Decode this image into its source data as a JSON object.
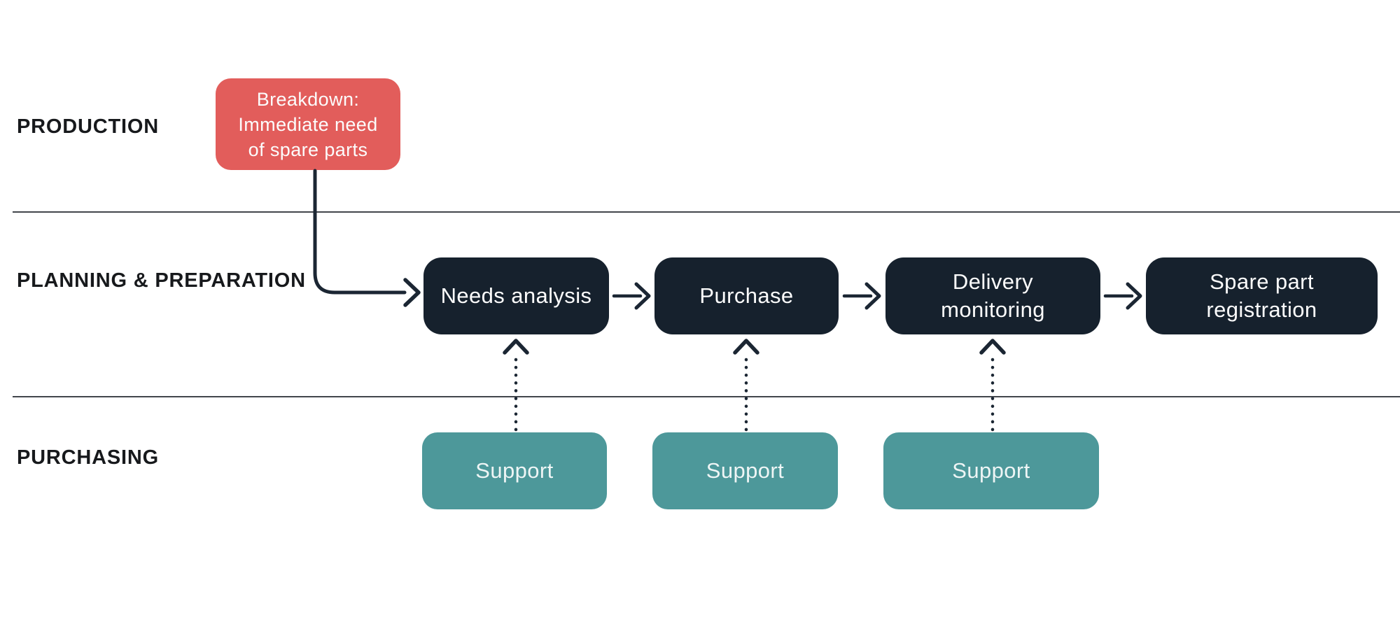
{
  "diagram": {
    "type": "swimlane-flowchart",
    "lanes": [
      {
        "id": "production",
        "label": "PRODUCTION"
      },
      {
        "id": "planning-preparation",
        "label_lines": [
          "PLANNING &",
          "PREPARATION"
        ]
      },
      {
        "id": "purchasing",
        "label": "PURCHASING"
      }
    ],
    "nodes": {
      "breakdown": {
        "lines": [
          "Breakdown:",
          "Immediate need",
          "of spare parts"
        ]
      },
      "steps": [
        {
          "lines": [
            "Needs analysis"
          ]
        },
        {
          "lines": [
            "Purchase"
          ]
        },
        {
          "lines": [
            "Delivery",
            "monitoring"
          ]
        },
        {
          "lines": [
            "Spare part",
            "registration"
          ]
        }
      ],
      "support": [
        {
          "label": "Support"
        },
        {
          "label": "Support"
        },
        {
          "label": "Support"
        }
      ]
    },
    "connections": [
      {
        "from": "breakdown",
        "to": "Needs analysis",
        "style": "solid-elbow-arrow"
      },
      {
        "from": "Needs analysis",
        "to": "Purchase",
        "style": "solid-arrow"
      },
      {
        "from": "Purchase",
        "to": "Delivery monitoring",
        "style": "solid-arrow"
      },
      {
        "from": "Delivery monitoring",
        "to": "Spare part registration",
        "style": "solid-arrow"
      },
      {
        "from": "Support",
        "to": "Needs analysis",
        "style": "dotted-arrow-up"
      },
      {
        "from": "Support",
        "to": "Purchase",
        "style": "dotted-arrow-up"
      },
      {
        "from": "Support",
        "to": "Delivery monitoring",
        "style": "dotted-arrow-up"
      }
    ]
  },
  "colors": {
    "background": "#ffffff",
    "breakdown": "#e25d5b",
    "process": "#16212d",
    "support": "#4d989a",
    "node_text": "#fcfcfc",
    "lane_label": "#17191c",
    "divider": "#42464c",
    "connector": "#1b2633"
  }
}
